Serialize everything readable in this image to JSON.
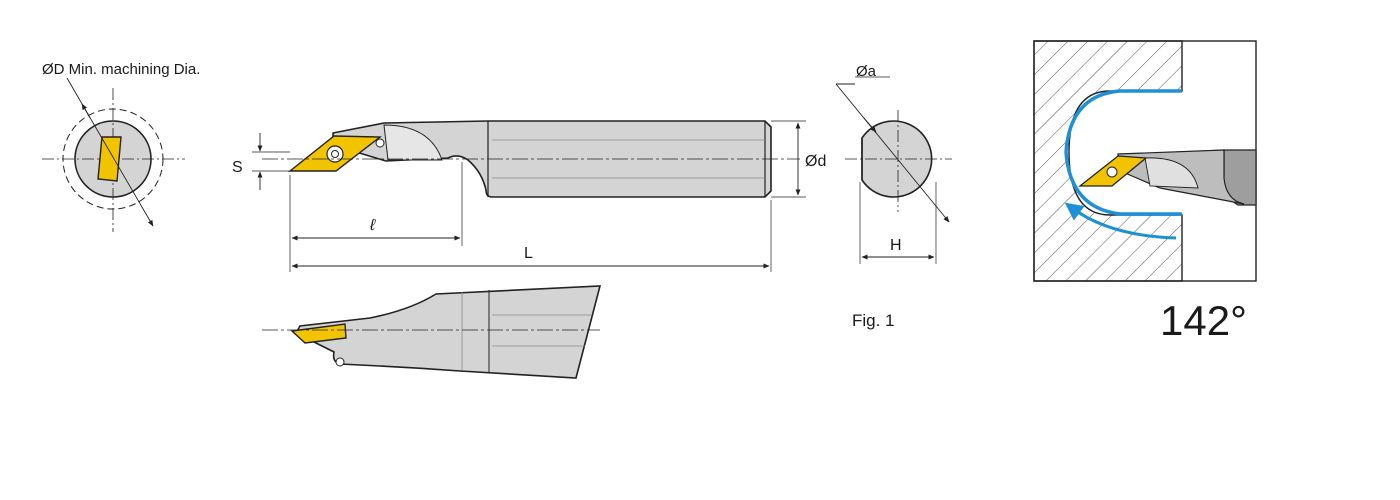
{
  "labels": {
    "min_dia": "ØD Min. machining Dia.",
    "s": "S",
    "l_small": "ℓ",
    "l_big": "L",
    "d": "Ød",
    "a": "Øa",
    "h": "H",
    "fig": "Fig. 1",
    "angle": "142°"
  },
  "colors": {
    "insert": "#f2c400",
    "body": "#d4d4d4",
    "body_dark": "#b9b9b9",
    "line": "#222222",
    "arrow": "#1e90d8",
    "hatch": "#555555"
  }
}
